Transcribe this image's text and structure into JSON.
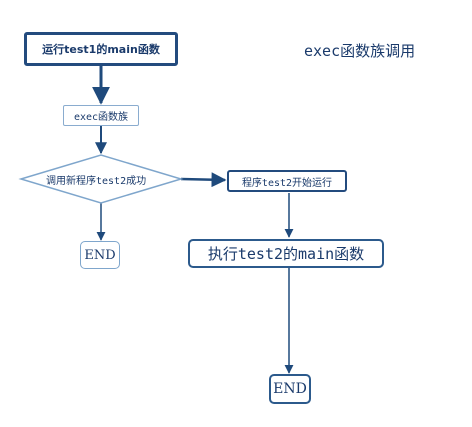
{
  "title": "exec函数族调用",
  "nodes": {
    "start": "运行test1的main函数",
    "exec_family": "exec函数族",
    "decision": "调用新程序test2成功",
    "end_left": "END",
    "program_start": "程序test2开始运行",
    "exec_main": "执行test2的main函数",
    "end_right": "END"
  },
  "colors": {
    "edge": "#1f4a7c",
    "thin_border": "#8aaccf",
    "thick_border": "#234b7e",
    "text": "#1a3a6b"
  }
}
